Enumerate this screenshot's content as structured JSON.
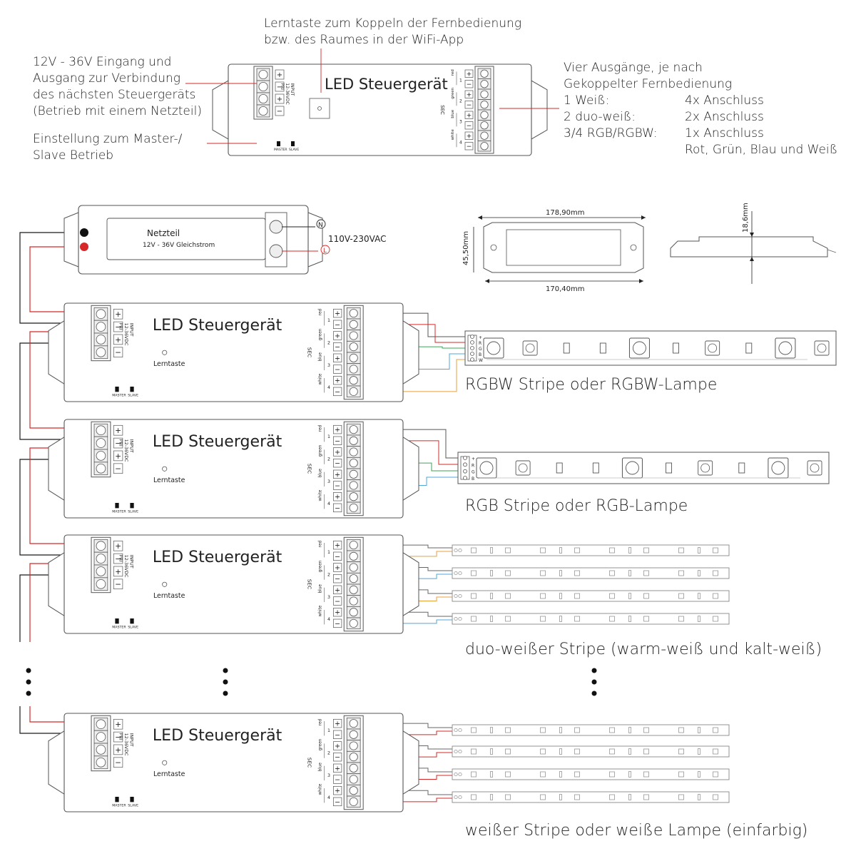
{
  "colors": {
    "red": "#d62828",
    "black": "#1a1a1a",
    "green": "#3aa655",
    "blue": "#4fa8d8",
    "orange": "#e8a23c",
    "outline": "#555555",
    "box": "#f7f7f7"
  },
  "annotations": {
    "learn_key": [
      "Lerntaste zum Koppeln der Fernbedienung",
      "bzw. des Raumes in der WiFi-App"
    ],
    "input_output": [
      "12V - 36V Eingang und",
      "Ausgang zur Verbindung",
      "des nächsten Steuergeräts",
      "(Betrieb mit einem Netzteil)"
    ],
    "master_slave": [
      "Einstellung zum Master-/",
      "Slave Betrieb"
    ],
    "outputs_intro": [
      "Vier Ausgänge, je nach",
      "Gekoppelter Fernbedienung"
    ],
    "outputs_table": [
      {
        "mode": "1 Weiß:",
        "result": "4x Anschluss"
      },
      {
        "mode": "2 duo-weiß:",
        "result": "2x Anschluss"
      },
      {
        "mode": "3/4 RGB/RGBW:",
        "result": "1x Anschluss"
      },
      {
        "mode": "",
        "result": "Rot, Grün, Blau und Weiß"
      }
    ]
  },
  "controller": {
    "title": "LED Steuergerät",
    "learn_label": "Lerntaste",
    "input_label": "INPUT",
    "input_voltage": "12-36VDC",
    "input_sub": "PRI",
    "sec_label": "SEC",
    "master_label": "MASTER",
    "slave_label": "SLAVE",
    "plus": "+",
    "minus": "−",
    "channels": [
      {
        "color": "red",
        "num": "1"
      },
      {
        "color": "green",
        "num": "2"
      },
      {
        "color": "blue",
        "num": "3"
      },
      {
        "color": "white",
        "num": "4"
      }
    ]
  },
  "psu": {
    "title": "Netzteil",
    "subtitle": "12V - 36V Gleichstrom",
    "mains": "110V-230VAC",
    "n_label": "N",
    "l_label": "L"
  },
  "dimensions": {
    "length_outer": "178,90mm",
    "length_inner": "170,40mm",
    "height": "45,50mm",
    "depth": "18,6mm"
  },
  "stripes": {
    "rgbw": "RGBW Stripe oder RGBW-Lampe",
    "rgb": "RGB Stripe oder RGB-Lampe",
    "duo": "duo-weißer Stripe (warm-weiß und kalt-weiß)",
    "white": "weißer Stripe oder weiße Lampe (einfarbig)",
    "rgbw_pins": [
      "+",
      "R",
      "G",
      "B",
      "W"
    ],
    "rgb_pins": [
      "+",
      "R",
      "G",
      "B"
    ]
  }
}
